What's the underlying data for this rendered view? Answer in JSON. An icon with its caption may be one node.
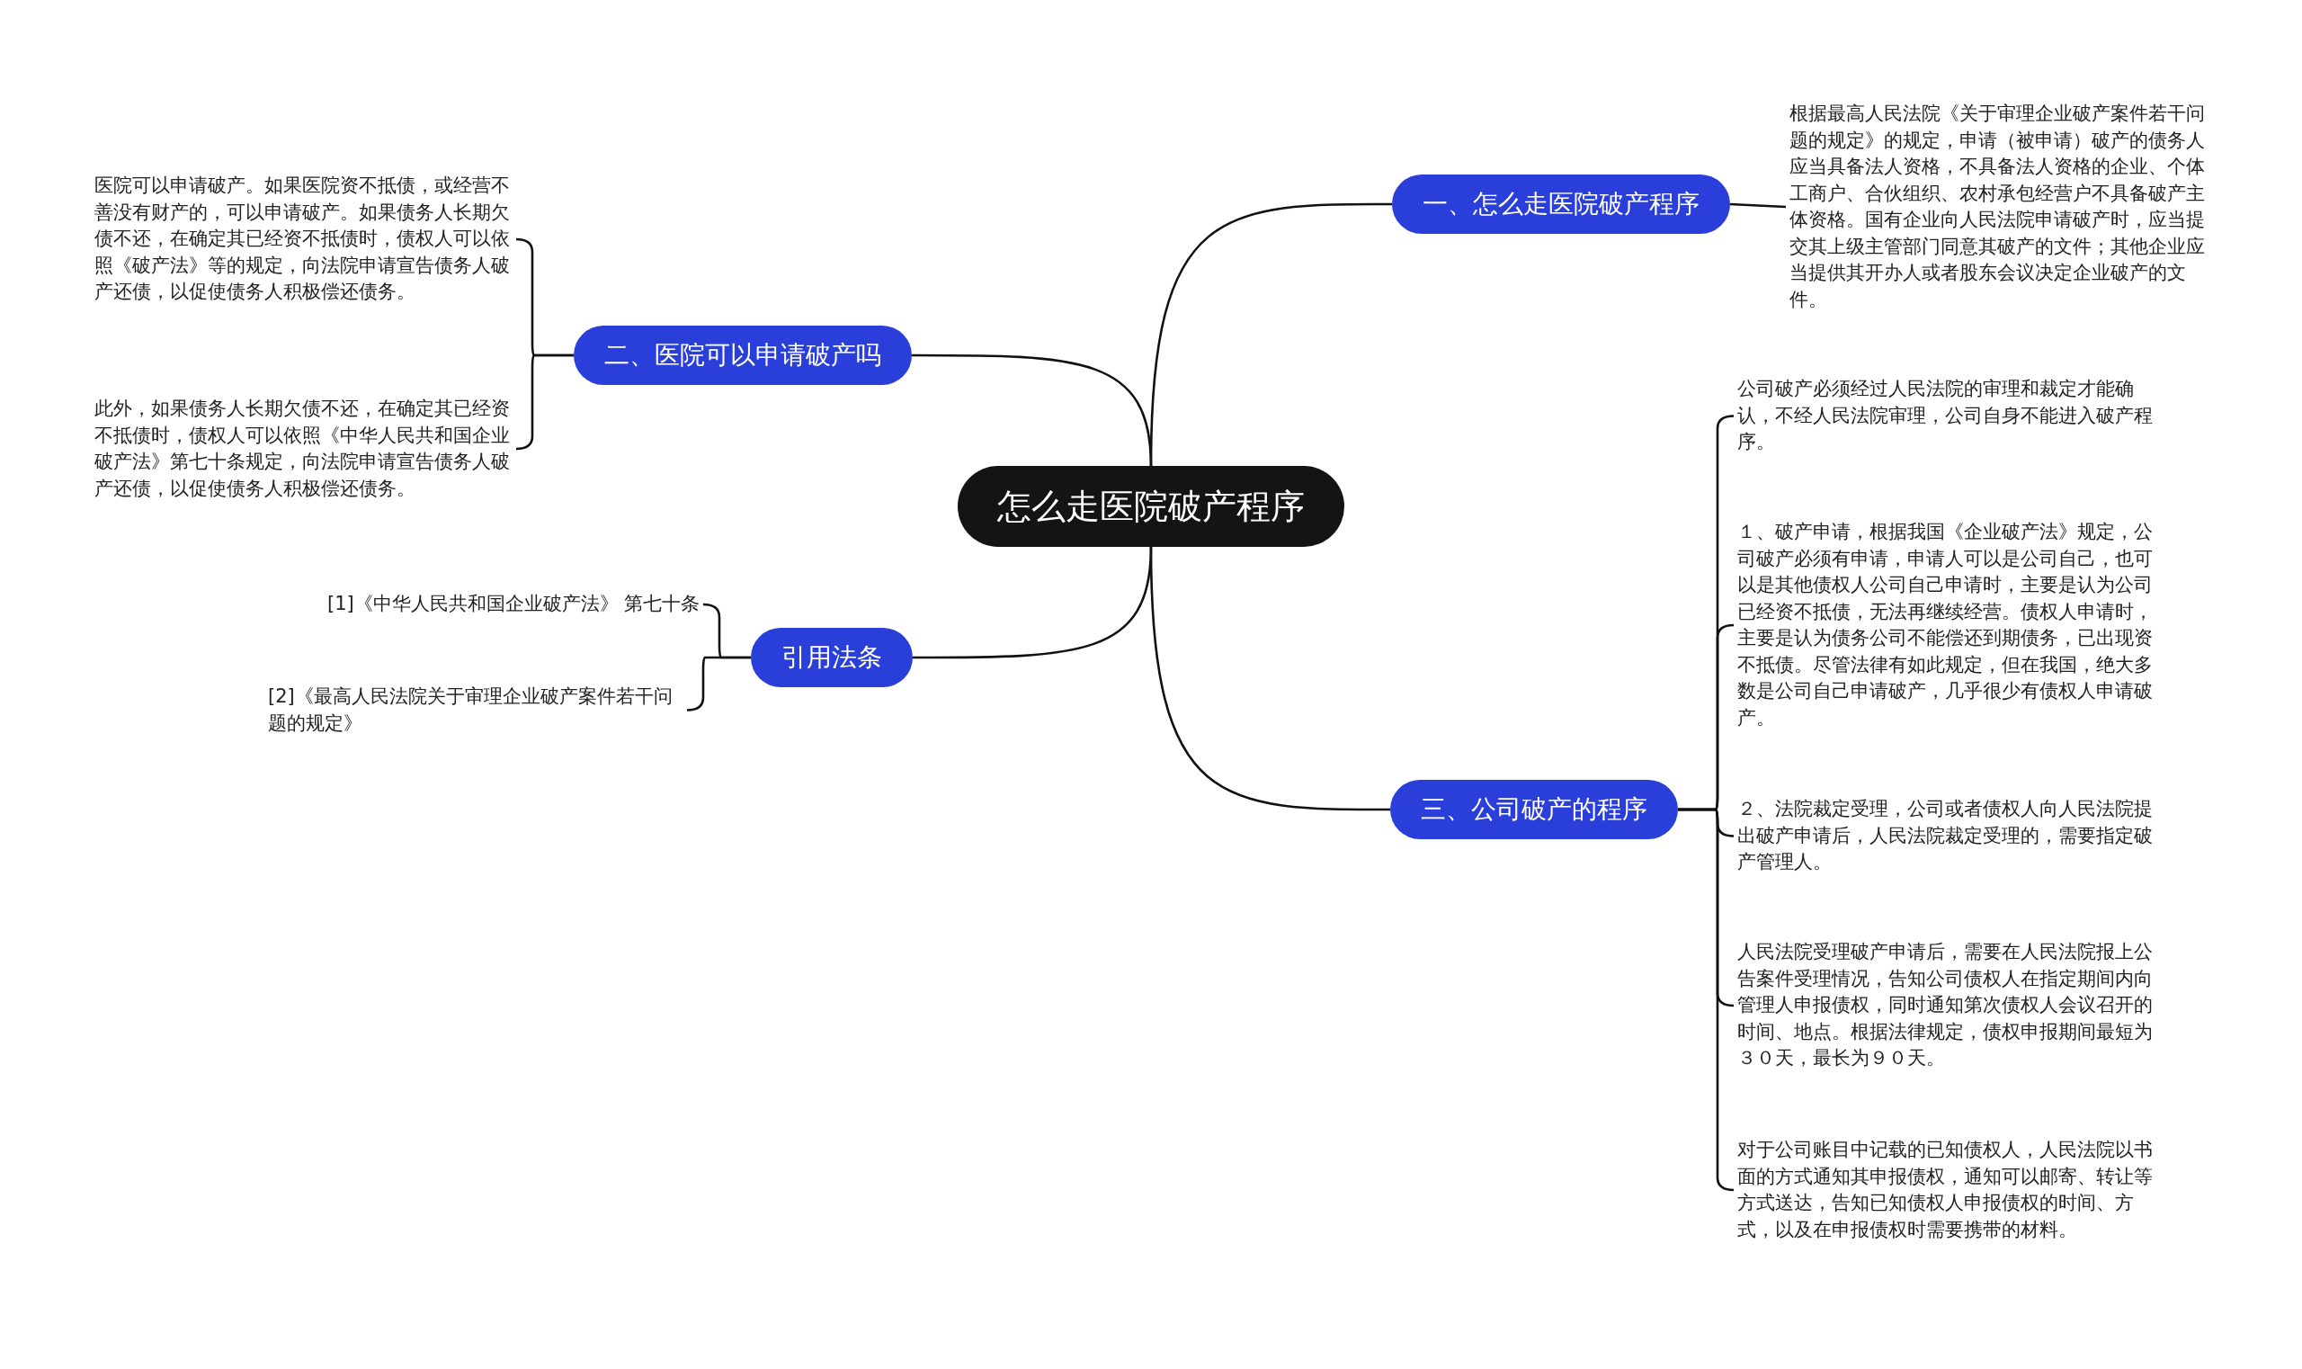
{
  "diagram": {
    "nodes": [
      {
        "text": [
          "怎么走医院破产程序"
        ]
      },
      {
        "text": [
          "一、怎么走医院破产程序"
        ]
      },
      {
        "text": [
          "根据最高人民法院《关于审理企业破产案件若干问题的规定》的规定，申请（被申请）破产的债务人应当具备法人资格，不具备法人资格的企业、个体工商户、合伙组织、农村承包经营户不具备破产主体资格。国有企业向人民法院申请破产时，应当提交其上级主管部门同意其破产的文件；其他企业应当提供其开办人或者股东会议决定企业破产的文件。"
        ]
      },
      {
        "text": [
          "二、医院可以申请破产吗"
        ]
      },
      {
        "text": [
          "医院可以申请破产。如果医院资不抵债，或经营不善没有财产的，可以申请破产。如果债务人长期欠债不还，在确定其已经资不抵债时，债权人可以依照《破产法》等的规定，向法院申请宣告债务人破产还债，以促使债务人积极偿还债务。"
        ]
      },
      {
        "text": [
          "此外，如果债务人长期欠债不还，在确定其已经资不抵债时，债权人可以依照《中华人民共和国企业破产法》第七十条规定，向法院申请宣告债务人破产还债，以促使债务人积极偿还债务。"
        ]
      },
      {
        "text": [
          "引用法条"
        ]
      },
      {
        "text": [
          "[1]《中华人民共和国企业破产法》 第七十条"
        ]
      },
      {
        "text": [
          "[2]《最高人民法院关于审理企业破产案件若干问题的规定》"
        ]
      },
      {
        "text": [
          "三、公司破产的程序"
        ]
      },
      {
        "text": [
          "公司破产必须经过人民法院的审理和裁定才能确认，不经人民法院审理，公司自身不能进入破产程序。"
        ]
      },
      {
        "text": [
          "１、破产申请，根据我国《企业破产法》规定，公司破产必须有申请，申请人可以是公司自己，也可以是其他债权人公司自己申请时，主要是认为公司已经资不抵债，无法再继续经营。债权人申请时，主要是认为债务公司不能偿还到期债务，已出现资不抵债。尽管法律有如此规定，但在我国，绝大多数是公司自己申请破产，几乎很少有债权人申请破产。"
        ]
      },
      {
        "text": [
          "２、法院裁定受理，公司或者债权人向人民法院提出破产申请后，人民法院裁定受理的，需要指定破产管理人。"
        ]
      },
      {
        "text": [
          "人民法院受理破产申请后，需要在人民法院报上公告案件受理情况，告知公司债权人在指定期间内向管理人申报债权，同时通知第次债权人会议召开的时间、地点。根据法律规定，债权申报期间最短为３０天，最长为９０天。"
        ]
      },
      {
        "text": [
          "对于公司账目中记载的已知债权人，人民法院以书面的方式通知其申报债权，通知可以邮寄、转让等方式送达，告知已知债权人申报债权的时间、方式，以及在申报债权时需要携带的材料。"
        ]
      }
    ],
    "edges": [
      {
        "from": 0,
        "to": 1,
        "arrow": "none"
      },
      {
        "from": 1,
        "to": 2,
        "arrow": "none"
      },
      {
        "from": 0,
        "to": 3,
        "arrow": "none"
      },
      {
        "from": 3,
        "to": 4,
        "arrow": "none"
      },
      {
        "from": 3,
        "to": 5,
        "arrow": "none"
      },
      {
        "from": 0,
        "to": 6,
        "arrow": "none"
      },
      {
        "from": 6,
        "to": 7,
        "arrow": "none"
      },
      {
        "from": 6,
        "to": 8,
        "arrow": "none"
      },
      {
        "from": 0,
        "to": 9,
        "arrow": "none"
      },
      {
        "from": 9,
        "to": 10,
        "arrow": "none"
      },
      {
        "from": 9,
        "to": 11,
        "arrow": "none"
      },
      {
        "from": 9,
        "to": 12,
        "arrow": "none"
      },
      {
        "from": 9,
        "to": 13,
        "arrow": "none"
      },
      {
        "from": 9,
        "to": 14,
        "arrow": "none"
      }
    ]
  }
}
